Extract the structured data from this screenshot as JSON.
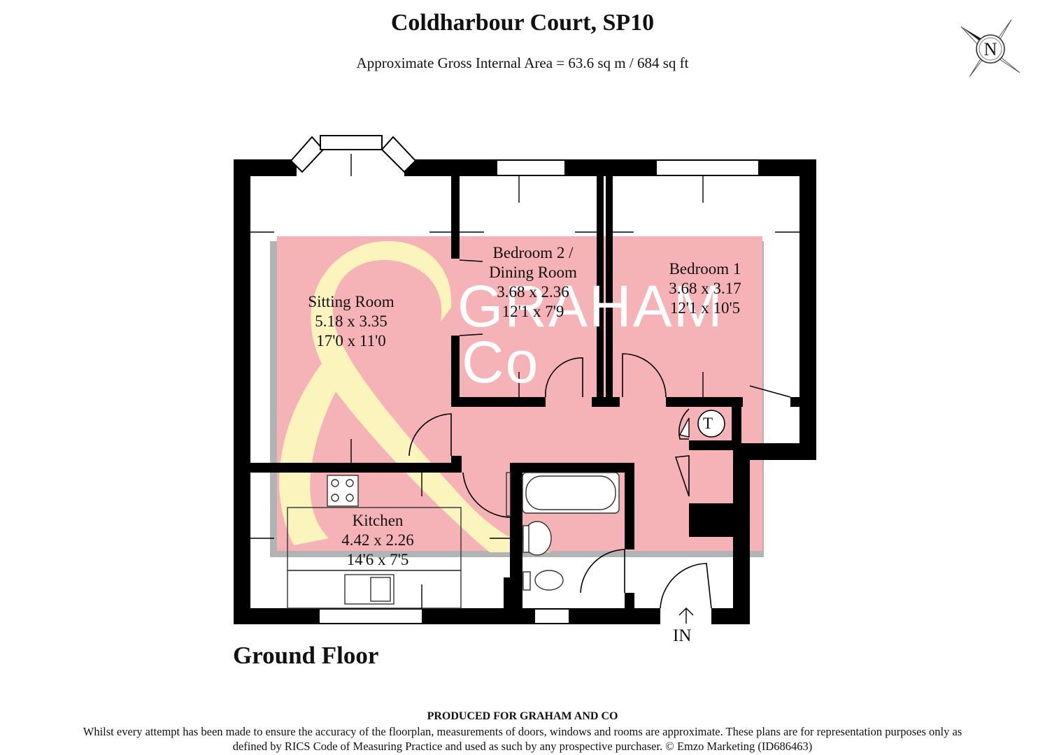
{
  "title": "Coldharbour Court, SP10",
  "subtitle": "Approximate Gross Internal Area = 63.6 sq m / 684 sq ft",
  "compass_letter": "N",
  "floor": "Ground Floor",
  "entrance": "IN",
  "cupboard_tank": "T",
  "watermark": {
    "line1": "GRAHAM",
    "line2": "Co",
    "accent_pink": "#f6b3b7",
    "accent_yellow": "#fbf9bd"
  },
  "rooms": {
    "sitting": {
      "name": "Sitting Room",
      "metric": "5.18 x 3.35",
      "imperial": "17'0 x 11'0"
    },
    "bed2": {
      "name_line1": "Bedroom 2 /",
      "name_line2": "Dining Room",
      "metric": "3.68 x 2.36",
      "imperial": "12'1 x 7'9"
    },
    "bed1": {
      "name": "Bedroom 1",
      "metric": "3.68 x 3.17",
      "imperial": "12'1 x 10'5"
    },
    "kitchen": {
      "name": "Kitchen",
      "metric": "4.42 x 2.26",
      "imperial": "14'6 x 7'5"
    }
  },
  "footer": {
    "produced": "PRODUCED FOR GRAHAM AND CO",
    "disclaimer": "Whilst every attempt has been made to ensure the accuracy of the floorplan, measurements of doors, windows and rooms are approximate. These plans are for representation purposes only as defined by RICS Code of Measuring Practice and used as such by any prospective purchaser. © Emzo Marketing (ID686463)"
  }
}
